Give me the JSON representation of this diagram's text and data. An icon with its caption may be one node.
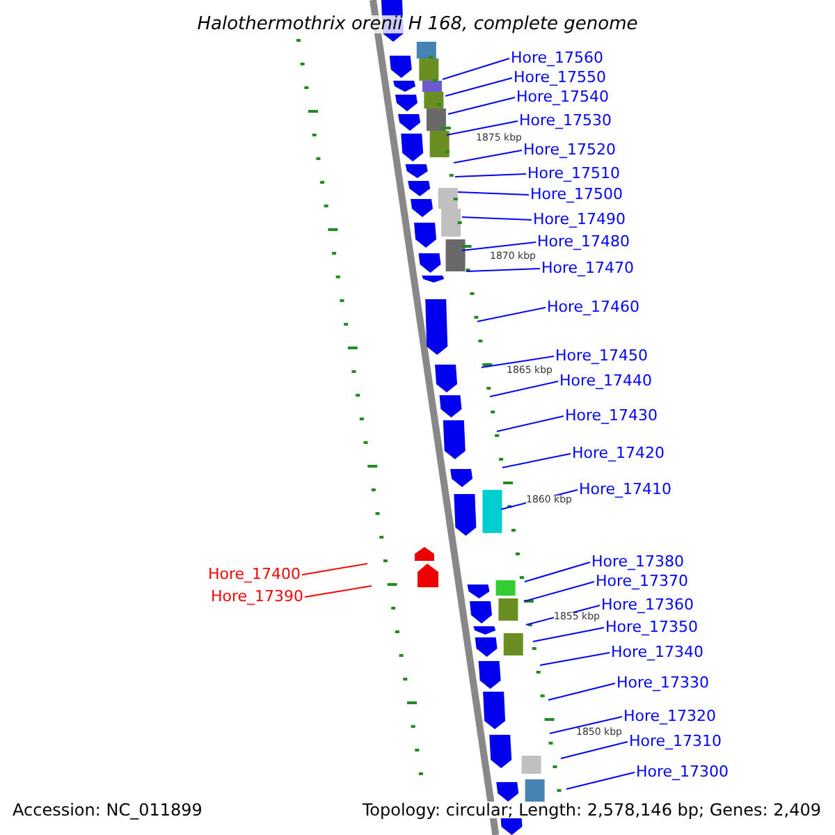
{
  "diagram": {
    "title": "Halothermothrix orenii H 168, complete genome",
    "nodes": [
      {
        "text": [
          "Hore_17560"
        ]
      },
      {
        "text": [
          "Hore_17550"
        ]
      },
      {
        "text": [
          "Hore_17540"
        ]
      },
      {
        "text": [
          "Hore_17530"
        ]
      },
      {
        "text": [
          "Hore_17520"
        ]
      },
      {
        "text": [
          "Hore_17510"
        ]
      },
      {
        "text": [
          "Hore_17500"
        ]
      },
      {
        "text": [
          "Hore_17490"
        ]
      },
      {
        "text": [
          "Hore_17480"
        ]
      },
      {
        "text": [
          "Hore_17470"
        ]
      },
      {
        "text": [
          "Hore_17460"
        ]
      },
      {
        "text": [
          "Hore_17450"
        ]
      },
      {
        "text": [
          "Hore_17440"
        ]
      },
      {
        "text": [
          "Hore_17430"
        ]
      },
      {
        "text": [
          "Hore_17420"
        ]
      },
      {
        "text": [
          "Hore_17410"
        ]
      },
      {
        "text": [
          "Hore_17400"
        ]
      },
      {
        "text": [
          "Hore_17390"
        ]
      },
      {
        "text": [
          "Hore_17380"
        ]
      },
      {
        "text": [
          "Hore_17370"
        ]
      },
      {
        "text": [
          "Hore_17360"
        ]
      },
      {
        "text": [
          "Hore_17350"
        ]
      },
      {
        "text": [
          "Hore_17340"
        ]
      },
      {
        "text": [
          "Hore_17330"
        ]
      },
      {
        "text": [
          "Hore_17320"
        ]
      },
      {
        "text": [
          "Hore_17310"
        ]
      },
      {
        "text": [
          "Hore_17300"
        ]
      }
    ],
    "edges": [
      {
        "from": 0,
        "to": null,
        "arrow": "none"
      },
      {
        "from": 1,
        "to": null,
        "arrow": "none"
      },
      {
        "from": 2,
        "to": null,
        "arrow": "none"
      },
      {
        "from": 3,
        "to": null,
        "arrow": "none"
      },
      {
        "from": 4,
        "to": null,
        "arrow": "none"
      },
      {
        "from": 5,
        "to": null,
        "arrow": "none"
      },
      {
        "from": 6,
        "to": null,
        "arrow": "none"
      },
      {
        "from": 7,
        "to": null,
        "arrow": "none"
      },
      {
        "from": 8,
        "to": null,
        "arrow": "none"
      },
      {
        "from": 9,
        "to": null,
        "arrow": "none"
      },
      {
        "from": 10,
        "to": null,
        "arrow": "none"
      },
      {
        "from": 11,
        "to": null,
        "arrow": "none"
      },
      {
        "from": 12,
        "to": null,
        "arrow": "none"
      },
      {
        "from": 13,
        "to": null,
        "arrow": "none"
      },
      {
        "from": 14,
        "to": null,
        "arrow": "none"
      },
      {
        "from": 15,
        "to": null,
        "arrow": "none"
      },
      {
        "from": 16,
        "to": null,
        "arrow": "none",
        "color": "#ff0000"
      },
      {
        "from": 17,
        "to": null,
        "arrow": "none",
        "color": "#ff0000"
      },
      {
        "from": 18,
        "to": null,
        "arrow": "none"
      },
      {
        "from": 19,
        "to": null,
        "arrow": "none"
      },
      {
        "from": 20,
        "to": null,
        "arrow": "none"
      },
      {
        "from": 21,
        "to": null,
        "arrow": "none"
      },
      {
        "from": 22,
        "to": null,
        "arrow": "none"
      },
      {
        "from": 23,
        "to": null,
        "arrow": "none"
      },
      {
        "from": 24,
        "to": null,
        "arrow": "none"
      },
      {
        "from": 25,
        "to": null,
        "arrow": "none"
      },
      {
        "from": 26,
        "to": null,
        "arrow": "none"
      }
    ],
    "labels": [
      "1875 kbp",
      "1870 kbp",
      "1865 kbp",
      "1860 kbp",
      "1855 kbp",
      "1850 kbp",
      "Accession: NC_011899",
      "Topology: circular; Length: 2,578,146 bp; Genes: 2,409"
    ]
  }
}
